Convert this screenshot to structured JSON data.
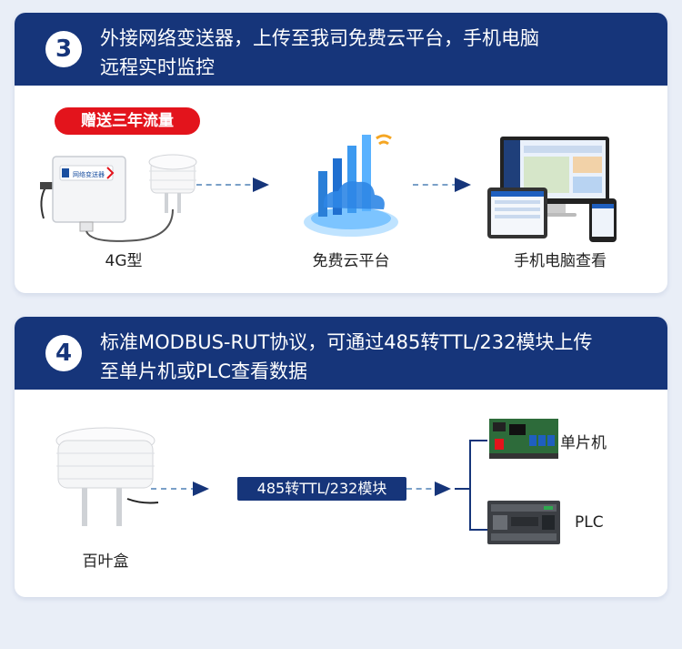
{
  "section3": {
    "number": "3",
    "title_line1": "外接网络变送器，上传至我司免费云平台，手机电脑",
    "title_line2": "远程实时监控",
    "badge": "赠送三年流量",
    "device_brand": "网络变送器",
    "label_device": "4G型",
    "label_cloud": "免费云平台",
    "label_devices": "手机电脑查看"
  },
  "section4": {
    "number": "4",
    "title_line1": "标准MODBUS-RUT协议，可通过485转TTL/232模块上传",
    "title_line2": "至单片机或PLC查看数据",
    "module_label": "485转TTL/232模块",
    "label_shutter": "百叶盒",
    "label_mcu": "单片机",
    "label_plc": "PLC"
  },
  "colors": {
    "header_blue": "#16357a",
    "badge_red": "#e3141c",
    "background": "#e9eef7"
  }
}
